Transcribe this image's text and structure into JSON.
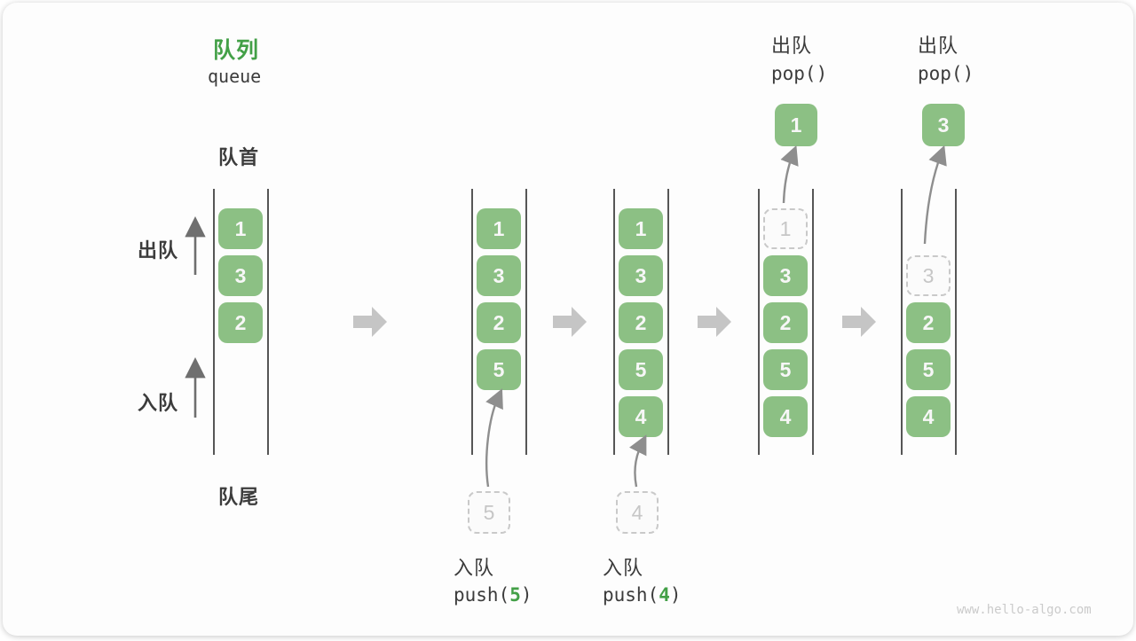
{
  "title": {
    "zh": "队列",
    "en": "queue"
  },
  "side_labels": {
    "front": "队首",
    "rear": "队尾",
    "dequeue": "出队",
    "enqueue": "入队"
  },
  "pop_headers": [
    {
      "zh": "出队",
      "code": "pop()"
    },
    {
      "zh": "出队",
      "code": "pop()"
    }
  ],
  "push_labels": [
    {
      "zh": "入队",
      "code_prefix": "push(",
      "arg": "5",
      "code_suffix": ")"
    },
    {
      "zh": "入队",
      "code_prefix": "push(",
      "arg": "4",
      "code_suffix": ")"
    }
  ],
  "queues": [
    {
      "name": "initial",
      "items": [
        "1",
        "3",
        "2"
      ]
    },
    {
      "name": "after-push-5",
      "items": [
        "1",
        "3",
        "2",
        "5"
      ],
      "incoming": "5"
    },
    {
      "name": "after-push-4",
      "items": [
        "1",
        "3",
        "2",
        "5",
        "4"
      ],
      "incoming": "4"
    },
    {
      "name": "after-pop-1",
      "ghost": "1",
      "items": [
        "3",
        "2",
        "5",
        "4"
      ],
      "popped": "1"
    },
    {
      "name": "after-pop-3",
      "ghost": "3",
      "items": [
        "2",
        "5",
        "4"
      ],
      "popped": "3"
    }
  ],
  "watermark": "www.hello-algo.com",
  "colors": {
    "accent_green": "#43a047",
    "box_green": "#8cc084",
    "box_text": "#f7f7f7",
    "block_arrow_gray": "#c5c5c5",
    "thin_arrow_gray": "#6f6f6f",
    "curve_arrow_gray": "#8e8e8e",
    "wall_gray": "#565656",
    "text_dark": "#3c3c3c",
    "ghost_gray": "#c6c6c6",
    "watermark_gray": "#cbcbcb"
  }
}
